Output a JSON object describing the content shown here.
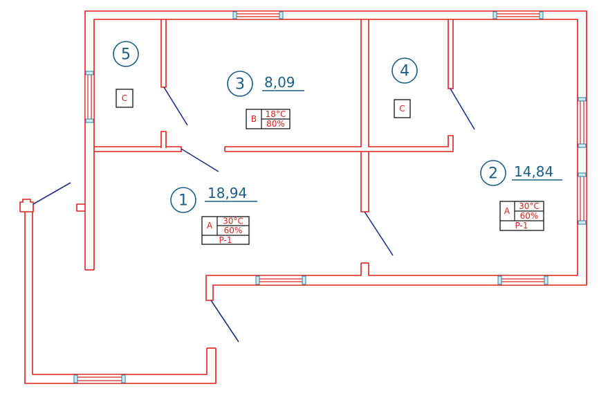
{
  "colors": {
    "wall": "#e0201a",
    "door": "#1e2f8c",
    "label": "#1a5e86",
    "class_text": "#e0201a",
    "box_border": "#111111"
  },
  "rooms": [
    {
      "number": "1",
      "area": "18,94",
      "class": "A",
      "temp": "30°C",
      "humidity": "60%",
      "code": "P-1"
    },
    {
      "number": "2",
      "area": "14,84",
      "class": "A",
      "temp": "30°C",
      "humidity": "60%",
      "code": "P-1"
    },
    {
      "number": "3",
      "area": "8,09",
      "class": "B",
      "temp": "18°C",
      "humidity": "80%"
    },
    {
      "number": "4",
      "class": "C"
    },
    {
      "number": "5",
      "class": "C"
    }
  ]
}
